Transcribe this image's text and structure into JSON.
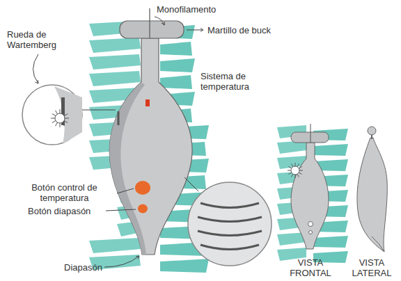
{
  "diagram": {
    "labels": [
      "Monofilamento",
      "Martillo de buck",
      "Rueda de Wartemberg",
      "Sistema de temperatura",
      "Botón control de temperatura",
      "Botón diapasón",
      "Diapasón",
      "VISTA FRONTAL",
      "VISTA LATERAL"
    ]
  }
}
